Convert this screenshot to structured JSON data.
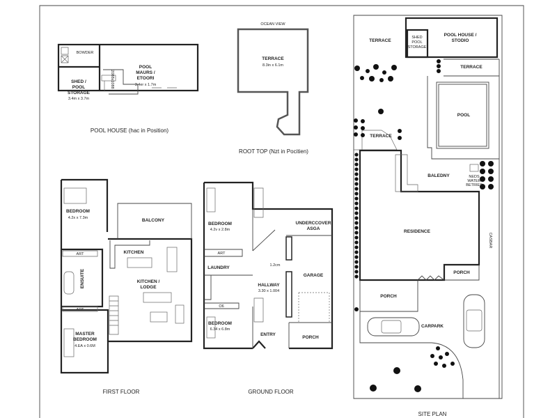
{
  "pool_house": {
    "caption": "POOL HOUSE (hac in Position)",
    "powder": "BOWDER",
    "shed": [
      "SHED /",
      "POOL",
      "STORAGE",
      "3.4m x 3.7m"
    ],
    "pool_room": [
      "POOL",
      "MAURS /",
      "ETOORI",
      "3.4er x 1.7m"
    ],
    "vertical_note": "2088x1088"
  },
  "roof_top": {
    "caption": "ROOT TOP (Nzt in Pocitien)",
    "ocean_view": "OCEAN VIEW",
    "terrace": [
      "TERRACE",
      "8.3in x 6.1m"
    ]
  },
  "first_floor": {
    "caption": "FIRST FLOOR",
    "bedroom": [
      "BEDROOM",
      "4.2x x 7.3m"
    ],
    "balcony": "BALCONY",
    "kitchen": "KITCHEN",
    "kitchen_lodge": [
      "KITCHEN /",
      "LODGE"
    ],
    "ensuite": "ENSUITE",
    "robe_top": "ART",
    "robe_bottom": "ART",
    "master_bedroom": [
      "MASTER",
      "BEDROOM",
      "4.EA x 0.6M"
    ]
  },
  "ground_floor": {
    "caption": "GROUND FLOOR",
    "bedroom1": [
      "BEDROOM",
      "4.2v x 2.8m"
    ],
    "robe": "ART",
    "laundry": "LAUNDRY",
    "undercover": [
      "UNDERCCOVER",
      "ASGA"
    ],
    "garage": "GARAGE",
    "hallway": [
      "HALLWAY",
      "3.30 x 1.004"
    ],
    "width_note": "1.2cm",
    "bedroom2": [
      "BEDROOM",
      "6.34 x 6.8m"
    ],
    "robe2": "O6",
    "entry": "ENTRY",
    "porch": "PORCH"
  },
  "site_plan": {
    "caption": "SITE PLAN",
    "terrace_top": "TERRACE",
    "shed": [
      "SHED",
      "POOL",
      "STORAGE"
    ],
    "pool_house": [
      "POOL HOUSE /",
      "STODIO"
    ],
    "terrace_right": "TERRACE",
    "pool": "POOL",
    "terrace_mid": "TERRACE",
    "balcony": "BALEDNY",
    "notes": [
      "NEDS",
      "WATER",
      "BETRIES"
    ],
    "residence": "RESIDENCE",
    "porch_right": "PORCH",
    "porch_left": "PORCH",
    "carpark": "CARPARK",
    "side_label": "CASBAR"
  }
}
